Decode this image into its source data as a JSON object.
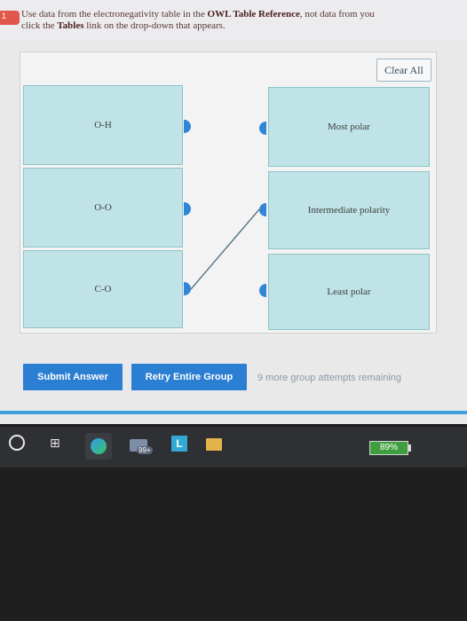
{
  "instruction": {
    "line1_a": "Use data from the electronegativity table in the ",
    "line1_b": "OWL Table Reference",
    "line1_c": ", not data from you",
    "line2_a": "click the ",
    "line2_b": "Tables",
    "line2_c": " link on the drop-down that appears."
  },
  "panel": {
    "clear_all": "Clear All",
    "bonds": [
      "O-H",
      "O-O",
      "C-O"
    ],
    "targets": [
      "Most polar",
      "Intermediate polarity",
      "Least polar"
    ]
  },
  "actions": {
    "submit": "Submit Answer",
    "retry": "Retry Entire Group",
    "remaining": "9 more group attempts remaining"
  },
  "taskbar": {
    "badge": "99+",
    "battery": "89%"
  },
  "colors": {
    "card": "#bfe3e6",
    "accent": "#2b7fd2",
    "tab": "#2f86d9",
    "battery": "#3f9e3f"
  }
}
